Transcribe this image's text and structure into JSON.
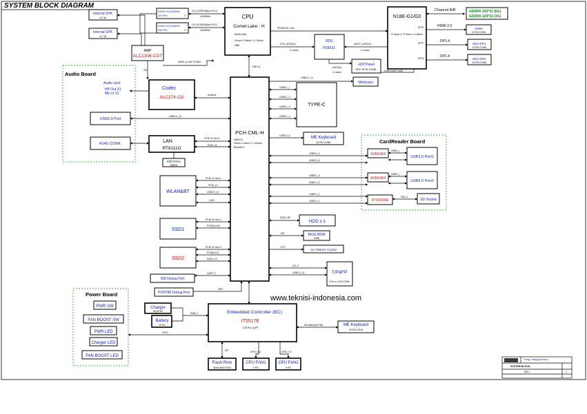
{
  "title": "SYSTEM BLOCK DIAGRAM",
  "watermark": "www.teknisi-indonesia.com",
  "cpu": {
    "title": "CPU",
    "name": "Comet Lake - H",
    "pkg": "BGA1440",
    "size": "42mm X 28mm X 1.30mm",
    "extra": "H82"
  },
  "gpu": {
    "name": "N18E-G1/G0",
    "size": "37.5mm X 37.5mm X 2.98mm",
    "pins": [
      "IFPE",
      "IFPF",
      "IFPA"
    ]
  },
  "pch": {
    "name": "PCH CML-H",
    "l1": "HM470",
    "l2": "25mm X 24mm X 1.304mm",
    "l3": "BGA874"
  },
  "ec": {
    "title": "Embedded Controller (EC)",
    "name": "IT5517E",
    "pkg": "128 Pin LQFP"
  },
  "dimm1": {
    "name": "DDR4 SO-DIMM1",
    "speed": "260 Pin",
    "tag": "S"
  },
  "dimm2": {
    "name": "DDR4 SO-DIMM1",
    "speed": "260 Pin",
    "tag": "R"
  },
  "speakers": [
    {
      "name": "Internal SPK",
      "w": "4 2 W"
    },
    {
      "name": "Internal SPK",
      "w": "4 2 W"
    }
  ],
  "amp": {
    "title": "AMP",
    "name": "ALC1306-CGT"
  },
  "audio_board": {
    "title": "Audio Board",
    "jack": "Audio Jack",
    "hp": "HP Out X1",
    "mic": "Mic In X1",
    "usb": "USB2.0 Port",
    "rj45": "RJ45 CONN."
  },
  "codec": {
    "title": "Codec",
    "name": "ALC274-CG"
  },
  "lan": {
    "title": "LAN",
    "name": "RT8111G",
    "crystal": "CRYSTAL",
    "freq": "25MHZ"
  },
  "wlan": "WLAN&BT",
  "ssd1": "SSD1",
  "ssd2": "SSD2",
  "sw_debug": "SW Debug Port",
  "port80": "PORT80 Debug Port",
  "dds": {
    "name": "DDS",
    "part": "PS8331"
  },
  "edp": {
    "name": "eDP Panel",
    "desc": "EDP 40 Pin CONN."
  },
  "webcam": "Webcam",
  "type_c": "TYPE-C",
  "me_keyboard": {
    "name": "ME Keyboard",
    "desc": "40 PIN CONN"
  },
  "card_board": {
    "title": "CardReader Board",
    "asm1": "ASM1464",
    "usb1": "USB3.0 Port1",
    "asm2": "ASM1464",
    "usb2": "USB3.0 Port2",
    "rts": "RTS5306E",
    "sd": "SD Socket"
  },
  "hdd": "HDD x 1",
  "bios": {
    "name": "BIOS ROM",
    "size": "16MB"
  },
  "rtc": "32.768KHz Crystal",
  "tp": {
    "name": "T/P&FP",
    "desc": "6 Pin or 4 Pin CONN"
  },
  "channel": {
    "title": "Channel A/B",
    "l1": "GDDR6 256*32 (6G)",
    "l2": "GDDR6 128*32 (3G)"
  },
  "hdmi": {
    "sig": "HDMI 2.0",
    "name": "HDMI",
    "conn": "19 PIN CONN"
  },
  "dp_sig": "DP1.4",
  "mini_dp1": {
    "name": "Mini DP1",
    "conn": "20 PIN CONN"
  },
  "mini_dp2": {
    "name": "Mini DP2",
    "conn": "20 PIN CONN"
  },
  "power_board": {
    "title": "Power Board",
    "items": [
      "PWR SW",
      "FAN BOOST SW",
      "PWR LED",
      "Charger LED",
      "FAN BOOST LED"
    ]
  },
  "charger": {
    "name": "Charger",
    "part": "BQ24780"
  },
  "battery": {
    "name": "Battery",
    "pin": "15 Pin"
  },
  "me_keyboard2": {
    "name": "ME Keyboard",
    "desc": "40 PIN CONN"
  },
  "flash": {
    "name": "Flash Rom",
    "size": "Share BIOS ROM"
  },
  "fan1": {
    "name": "CPU FAN1",
    "pin": "5 Pin"
  },
  "fan2": {
    "name": "CPU FAN2",
    "pin": "5 Pin"
  },
  "signals": {
    "ch_a": "CH_A DDR4(Non ECC)",
    "ch_b": "CH_B DDR4(Non ECC)",
    "mhz1": "2400MHz",
    "mhz2": "2400MHz",
    "peg": "PEG(PCIE x16)",
    "cpu_edp": "CPU_eDP(4X)",
    "gpu_edp": "dGPU_eDP(4X)",
    "lanes1": "4 Lanes",
    "lanes2": "4 Lanes",
    "lanes3": "4 Lanes",
    "dmi": "DMI x4",
    "hdmi_edp": "HDMI_to eDP CONN",
    "usb_cam": "USB2.0_11",
    "usb_cam2": "USB Home Code",
    "edp_4x": "eDP(4X)",
    "azalia": "AZALIA",
    "usb_audio": "USB2.0_12",
    "i2s": "I2S",
    "pcie_lan": "PCIE x1 Gen.1",
    "pcie_lan2": "PCIE_14",
    "pcie_w1": "PCIE x1 Gen.1",
    "pcie_w2": "PCIE_13",
    "pcie_w3": "USB2.0_14",
    "pcie_w4": "CNVi",
    "pcie_s1a": "PCIE x4 Gen.3",
    "pcie_s1b": "PCIE[13-16]",
    "pcie_s2a": "PCIE x4 Gen.3",
    "pcie_s2b": "PCIE[9-12]",
    "pcie_s2c": "SATA_3.0",
    "uart": "UART_2",
    "espi": "eSPI",
    "usb_tc": [
      "USB3.1_1",
      "USB3.1_2",
      "USB3.1_3",
      "USB3.1_4"
    ],
    "usb_me": "USB2.0_6",
    "usb_cr1a": "USB3.1_6",
    "usb_cr1b": "USB2.0_6",
    "usb_cr2a": "USB3.1_5",
    "usb_cr2b": "USB2.0_5",
    "usb_cr3a": "USB3.1_2",
    "usb_cr3b": "USB2.0_2",
    "usb_cr_in1": "USB3.1_",
    "usb_cr_in2": "USB3.1_",
    "sd0": "SD0_0",
    "sata": "SATA_3IE",
    "spi": "SPI",
    "rtc": "RTC",
    "i2c": "I2C_0",
    "usb_tp": "USB2.0_10",
    "smb": "SMB_0",
    "kb_matrix": "KB Matrix(26 PIN)",
    "gpio": "GPIO",
    "spi2": "SPI",
    "gpio_d6": "GPIO_D6",
    "gpio_d7": "GPIO_D7"
  },
  "footer": {
    "company": "Fang Fang(Xiamen)",
    "doc": "SYSTEM BLOCK",
    "board": "MS-1",
    "sheet": "1"
  }
}
